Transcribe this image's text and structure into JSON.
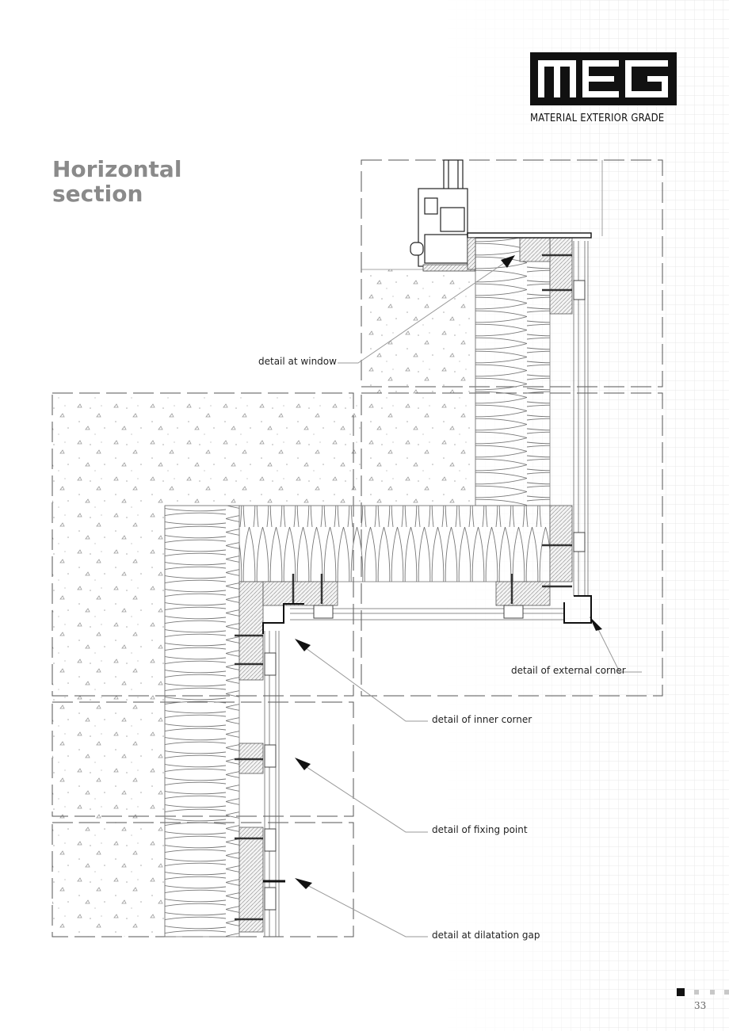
{
  "brand": {
    "logo_letters": "MEG",
    "tagline": "MATERIAL EXTERIOR GRADE"
  },
  "heading": {
    "line1": "Horizontal",
    "line2": "section"
  },
  "callouts": {
    "window": "detail at window",
    "external_corner": "detail of external corner",
    "inner_corner": "detail of inner corner",
    "fixing_point": "detail of fixing point",
    "dilatation_gap": "detail at dilatation gap"
  },
  "footer": {
    "page_number": "33"
  },
  "colors": {
    "title_gray": "#8a8a8a",
    "ink": "#111111",
    "grid": "#e6e6e6"
  }
}
